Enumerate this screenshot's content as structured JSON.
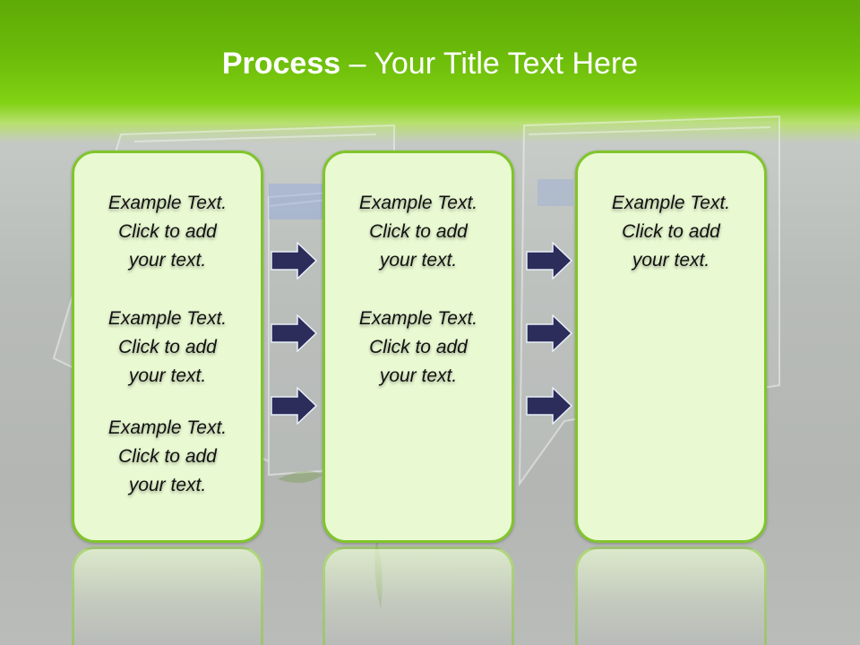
{
  "title": {
    "bold": "Process",
    "rest": " – Your Title Text Here"
  },
  "columns": [
    {
      "blocks": [
        [
          "Example Text.",
          "Click  to add",
          "your text."
        ],
        [
          "Example Text.",
          "Click  to add",
          "your text."
        ],
        [
          "Example Text.",
          "Click  to add",
          "your text."
        ]
      ]
    },
    {
      "blocks": [
        [
          "Example Text.",
          "Click  to add",
          "your text."
        ],
        [
          "Example Text.",
          "Click  to add",
          "your text."
        ]
      ]
    },
    {
      "blocks": [
        [
          "Example Text.",
          "Click  to add",
          "your text."
        ]
      ]
    }
  ],
  "colors": {
    "header_green": "#6cbc0a",
    "card_fill": "#e9f9d2",
    "card_border": "#80c52a",
    "arrow": "#2c2d5a"
  }
}
